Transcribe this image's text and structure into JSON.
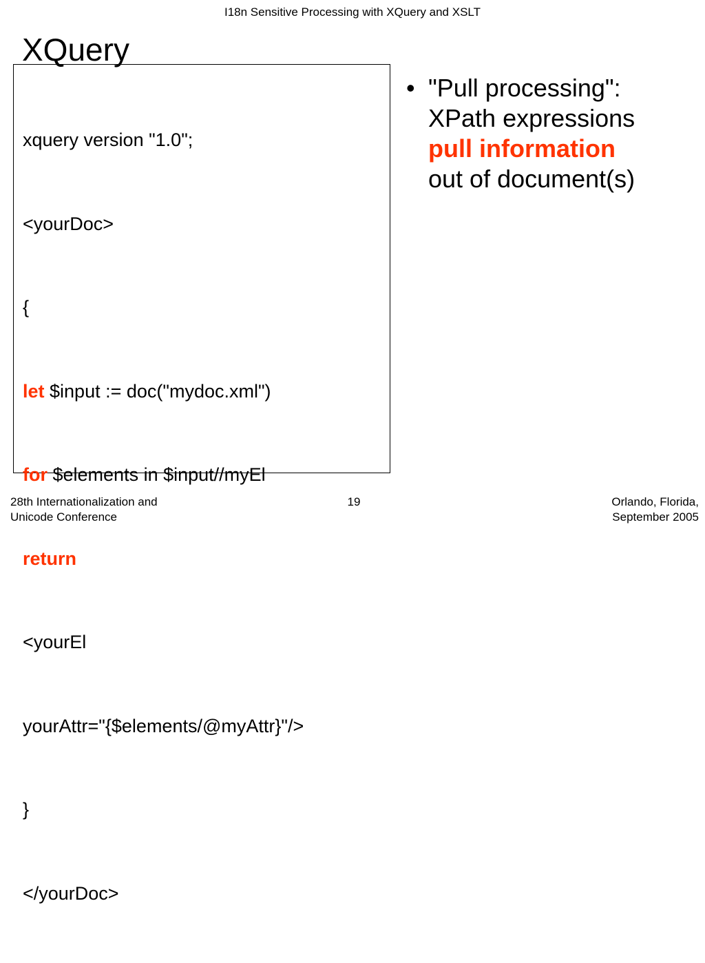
{
  "header": {
    "text": "I18n Sensitive Processing with XQuery and XSLT"
  },
  "slide": {
    "title": "XQuery"
  },
  "code": {
    "line1": "xquery version \"1.0\";",
    "line2": "<yourDoc>",
    "line3": "{",
    "line4_kw": "let",
    "line4_rest": " $input := doc(\"mydoc.xml\")",
    "line5_kw": "for",
    "line5_rest": " $elements in $input//myEl",
    "line6_kw": "return",
    "line7": "<yourEl",
    "line8": "yourAttr=\"{$elements/@myAttr}\"/>",
    "line9": "}",
    "line10": "</yourDoc>"
  },
  "bullet": {
    "marker": "•",
    "line1": "\"Pull processing\":",
    "line2": "XPath expressions",
    "line3": "pull information",
    "line4": "out of document(s)"
  },
  "footer": {
    "left_line1": "28th Internationalization and",
    "left_line2": "Unicode Conference",
    "page_number": "19",
    "right_line1": "Orlando, Florida,",
    "right_line2": "September 2005"
  },
  "colors": {
    "accent": "#ff3300",
    "text": "#000000",
    "background": "#ffffff"
  }
}
